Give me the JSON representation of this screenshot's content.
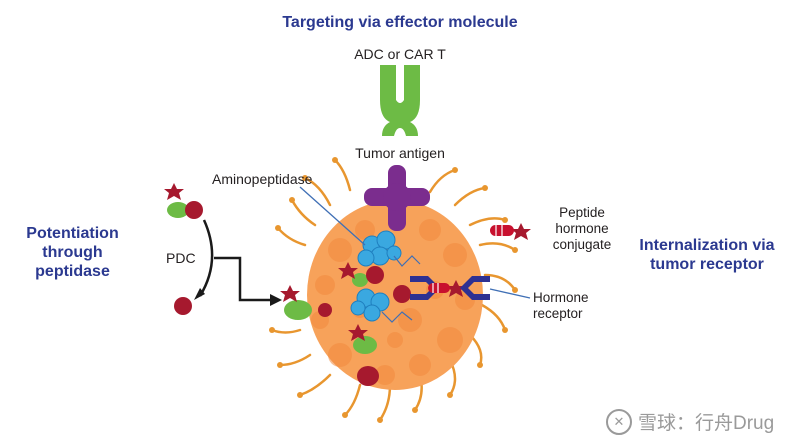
{
  "headings": {
    "top": "Targeting via effector molecule",
    "left": [
      "Potentiation",
      "through",
      "peptidase"
    ],
    "right": [
      "Internalization via",
      "tumor receptor"
    ]
  },
  "labels": {
    "adc": "ADC or CAR T",
    "tumor_antigen": "Tumor antigen",
    "aminopeptidase": "Aminopeptidase",
    "pdc": "PDC",
    "peptide_conjugate": [
      "Peptide",
      "hormone",
      "conjugate"
    ],
    "hormone_receptor": [
      "Hormone",
      "receptor"
    ]
  },
  "watermark": "雪球：行舟Drug",
  "colors": {
    "heading": "#2b3990",
    "tumor": "#f7a25a",
    "tumor_bumps": "#f28a3e",
    "spikes": "#e8962f",
    "antibody": "#6dbb45",
    "antigen": "#7b2d8e",
    "aminopeptidase": "#3aa8e0",
    "red_ball": "#a6192e",
    "receptor": "#2e3192",
    "peptide_star": "#a6192e"
  }
}
